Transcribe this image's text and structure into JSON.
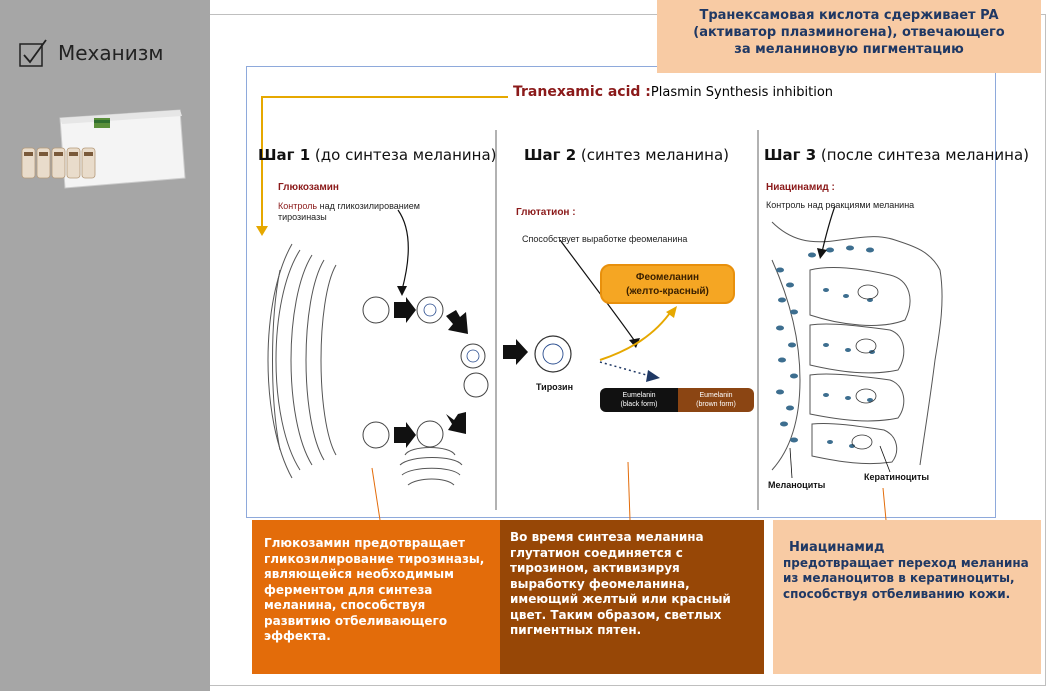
{
  "sidebar": {
    "title": "Механизм"
  },
  "banner": {
    "line1": "Транексамовая кислота сдерживает  PA",
    "line2": "(активатор плазминогена),  отвечающего",
    "line3": "за меланиновую пигментацию"
  },
  "diagram": {
    "tranexamic_red": "Tranexamic acid :",
    "tranexamic_black": "Plasmin Synthesis inhibition",
    "step1": {
      "bold": "Шаг 1",
      "rest": " (до синтеза меланина)"
    },
    "step2": {
      "bold": "Шаг 2",
      "rest": " (синтез меланина)"
    },
    "step3": {
      "bold": "Шаг 3",
      "rest": " (после синтеза меланина)"
    },
    "glucosamine_label": "Глюкозамин",
    "glucosamine_control_red": "Контроль",
    "glucosamine_control_rest": " над гликозилированием",
    "glucosamine_control_line2": "тирозиназы",
    "glutathione_label": "Глютатион :",
    "glutathione_note": "Способствует выработке феомеланина",
    "pheomelanin_line1": "Феомеланин",
    "pheomelanin_line2": "(желто-красный)",
    "tyrosine_label": "Тирозин",
    "eumelanin_black_1": "Eumelanin",
    "eumelanin_black_2": "(black form)",
    "eumelanin_brown_1": "Eumelanin",
    "eumelanin_brown_2": "(brown form)",
    "niacinamide_label": "Ниацинамид :",
    "niacinamide_note": "Контроль над реакциями меланина",
    "melanocytes_label": "Меланоциты",
    "keratinocytes_label": "Кератиноциты"
  },
  "boxes": {
    "box1": {
      "bold": "Глюкозамин",
      "text": " предотвращает гликозилирование тирозиназы, являющейся необходимым ферментом для синтеза меланина, способствуя развитию отбеливающего эффекта."
    },
    "box2": {
      "text1": "Во время синтеза меланина ",
      "bold": "глутатион",
      "text2": " соединяется с тирозином, активизируя выработку феомеланина, имеющий желтый или красный цвет. Таким образом, светлых пигментных пятен."
    },
    "box3": {
      "bold": "Ниацинамид",
      "text": "предотвращает переход меланина из меланоцитов в кератиноциты, способствуя отбеливанию кожи."
    }
  },
  "colors": {
    "sidebar": "#a6a6a6",
    "banner": "#f8cba4",
    "box1": "#e36c0a",
    "box2": "#974706",
    "box3": "#f8cba4",
    "accent_arrow": "#e6a800",
    "diagram_border": "#8ea9db"
  }
}
